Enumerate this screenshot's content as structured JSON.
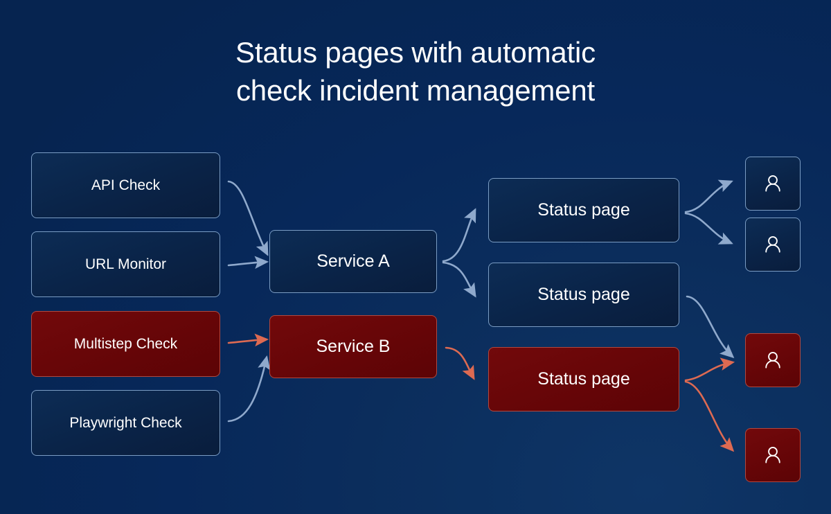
{
  "title": {
    "line1": "Status pages with automatic",
    "line2": "check incident management"
  },
  "colors": {
    "background_top": "#072554",
    "background_bottom": "#0d3160",
    "box_blue_fill": "#0a2347",
    "box_blue_border": "#7b9dc4",
    "box_red_fill": "#690607",
    "box_red_border": "#b2483e",
    "arrow_blue": "#8fa9cc",
    "arrow_red": "#dd6a52",
    "text": "#ffffff"
  },
  "checks": [
    {
      "label": "API Check",
      "state": "ok"
    },
    {
      "label": "URL Monitor",
      "state": "ok"
    },
    {
      "label": "Multistep Check",
      "state": "failing"
    },
    {
      "label": "Playwright Check",
      "state": "ok"
    }
  ],
  "services": [
    {
      "label": "Service A",
      "state": "ok"
    },
    {
      "label": "Service B",
      "state": "failing"
    }
  ],
  "status_pages": [
    {
      "label": "Status page",
      "state": "ok"
    },
    {
      "label": "Status page",
      "state": "ok"
    },
    {
      "label": "Status page",
      "state": "failing"
    }
  ],
  "users": [
    {
      "icon": "user-icon",
      "state": "ok"
    },
    {
      "icon": "user-icon",
      "state": "ok"
    },
    {
      "icon": "user-icon",
      "state": "failing"
    },
    {
      "icon": "user-icon",
      "state": "failing"
    }
  ],
  "connections": [
    {
      "from": "API Check",
      "to": "Service A",
      "state": "ok"
    },
    {
      "from": "URL Monitor",
      "to": "Service A",
      "state": "ok"
    },
    {
      "from": "Multistep Check",
      "to": "Service B",
      "state": "failing"
    },
    {
      "from": "Playwright Check",
      "to": "Service B",
      "state": "ok"
    },
    {
      "from": "Service A",
      "to": "Status page 1",
      "state": "ok"
    },
    {
      "from": "Service A",
      "to": "Status page 2",
      "state": "ok"
    },
    {
      "from": "Service B",
      "to": "Status page 3",
      "state": "failing"
    },
    {
      "from": "Status page 1",
      "to": "User 1",
      "state": "ok"
    },
    {
      "from": "Status page 1",
      "to": "User 2",
      "state": "ok"
    },
    {
      "from": "Status page 2",
      "to": "User 3",
      "state": "ok"
    },
    {
      "from": "Status page 3",
      "to": "User 3",
      "state": "failing"
    },
    {
      "from": "Status page 3",
      "to": "User 4",
      "state": "failing"
    }
  ]
}
